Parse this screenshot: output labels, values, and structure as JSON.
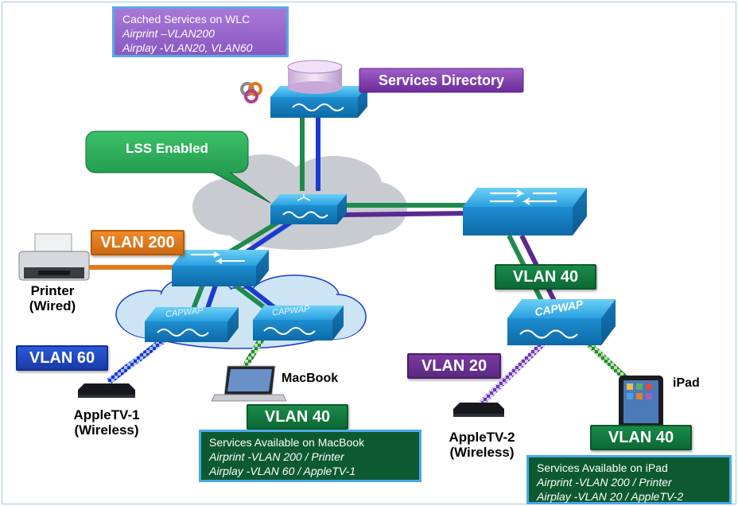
{
  "cached_box": {
    "title": "Cached Services on WLC",
    "line1": "Airprint –VLAN200",
    "line2": "Airplay -VLAN20, VLAN60"
  },
  "services_directory": "Services Directory",
  "lss_enabled": "LSS Enabled",
  "capwap_text": "CAPWAP",
  "vlan_tags": {
    "printer": "VLAN 200",
    "appletv1": "VLAN 60",
    "macbook": "VLAN 40",
    "right_uplink": "VLAN 40",
    "appletv2": "VLAN 20",
    "ipad": "VLAN 40"
  },
  "device_labels": {
    "printer": [
      "Printer",
      "(Wired)"
    ],
    "appletv1": [
      "AppleTV-1",
      "(Wireless)"
    ],
    "macbook": "MacBook",
    "appletv2": [
      "AppleTV-2",
      "(Wireless)"
    ],
    "ipad": "iPad"
  },
  "macbook_box": {
    "title": "Services Available on MacBook",
    "line1": "Airprint -VLAN 200 / Printer",
    "line2": "Airplay -VLAN 60 / AppleTV-1"
  },
  "ipad_box": {
    "title": "Services Available on iPad",
    "line1": "Airprint -VLAN 200 / Printer",
    "line2": "Airplay -VLAN 20 / AppleTV-2"
  },
  "colors": {
    "link_green": "#1f8a4c",
    "link_blue": "#1a3ad0",
    "link_purple": "#5a2a90",
    "link_orange": "#e07a18",
    "switch_blue": "#2aa0e0",
    "cloud_gray": "#c8ccd2",
    "cloud_blue": "#cde4f4"
  }
}
